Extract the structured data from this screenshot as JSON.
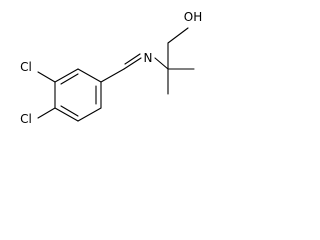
{
  "structure": {
    "atoms": {
      "cl_upper": "Cl",
      "cl_lower": "Cl",
      "nitrogen": "N",
      "hydroxyl": "OH"
    }
  }
}
